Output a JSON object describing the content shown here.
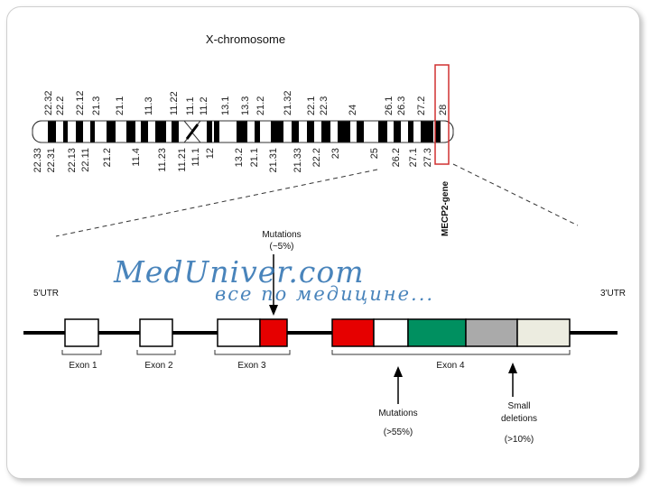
{
  "title": "X-chromosome",
  "bands_top": [
    "22.32",
    "22.2",
    "22.12",
    "21.3",
    "21.1",
    "11.3",
    "11.22",
    "11.1",
    "11.2",
    "13.1",
    "13.3",
    "21.2",
    "21.32",
    "22.1",
    "22.3",
    "24",
    "26.1",
    "26.3",
    "27.2",
    "28"
  ],
  "bands_bottom": [
    "22.33",
    "22.31",
    "22.13",
    "22.11",
    "21.2",
    "11.4",
    "11.23",
    "11.21",
    "11.1",
    "12",
    "13.2",
    "21.1",
    "21.31",
    "21.33",
    "22.2",
    "23",
    "25",
    "26.2",
    "27.1",
    "27.3"
  ],
  "gene_label": "MECP2-gene",
  "utr5": "5'UTR",
  "utr3": "3'UTR",
  "exons": [
    "Exon 1",
    "Exon 2",
    "Exon 3",
    "Exon 4"
  ],
  "annotations": {
    "mut_top_line1": "Mutations",
    "mut_top_line2": "(~5%)",
    "mut_bottom_line1": "Mutations",
    "mut_bottom_line2": "(>55%)",
    "del_line1": "Small",
    "del_line2": "deletions",
    "del_line3": "(>10%)"
  },
  "watermark": {
    "line1": "MedUniver.com",
    "line2": "все по медицине..."
  },
  "colors": {
    "red": "#e60000",
    "green": "#009060",
    "grey": "#aaaaaa",
    "ivory": "#ecece0",
    "highlight": "#d03030"
  }
}
